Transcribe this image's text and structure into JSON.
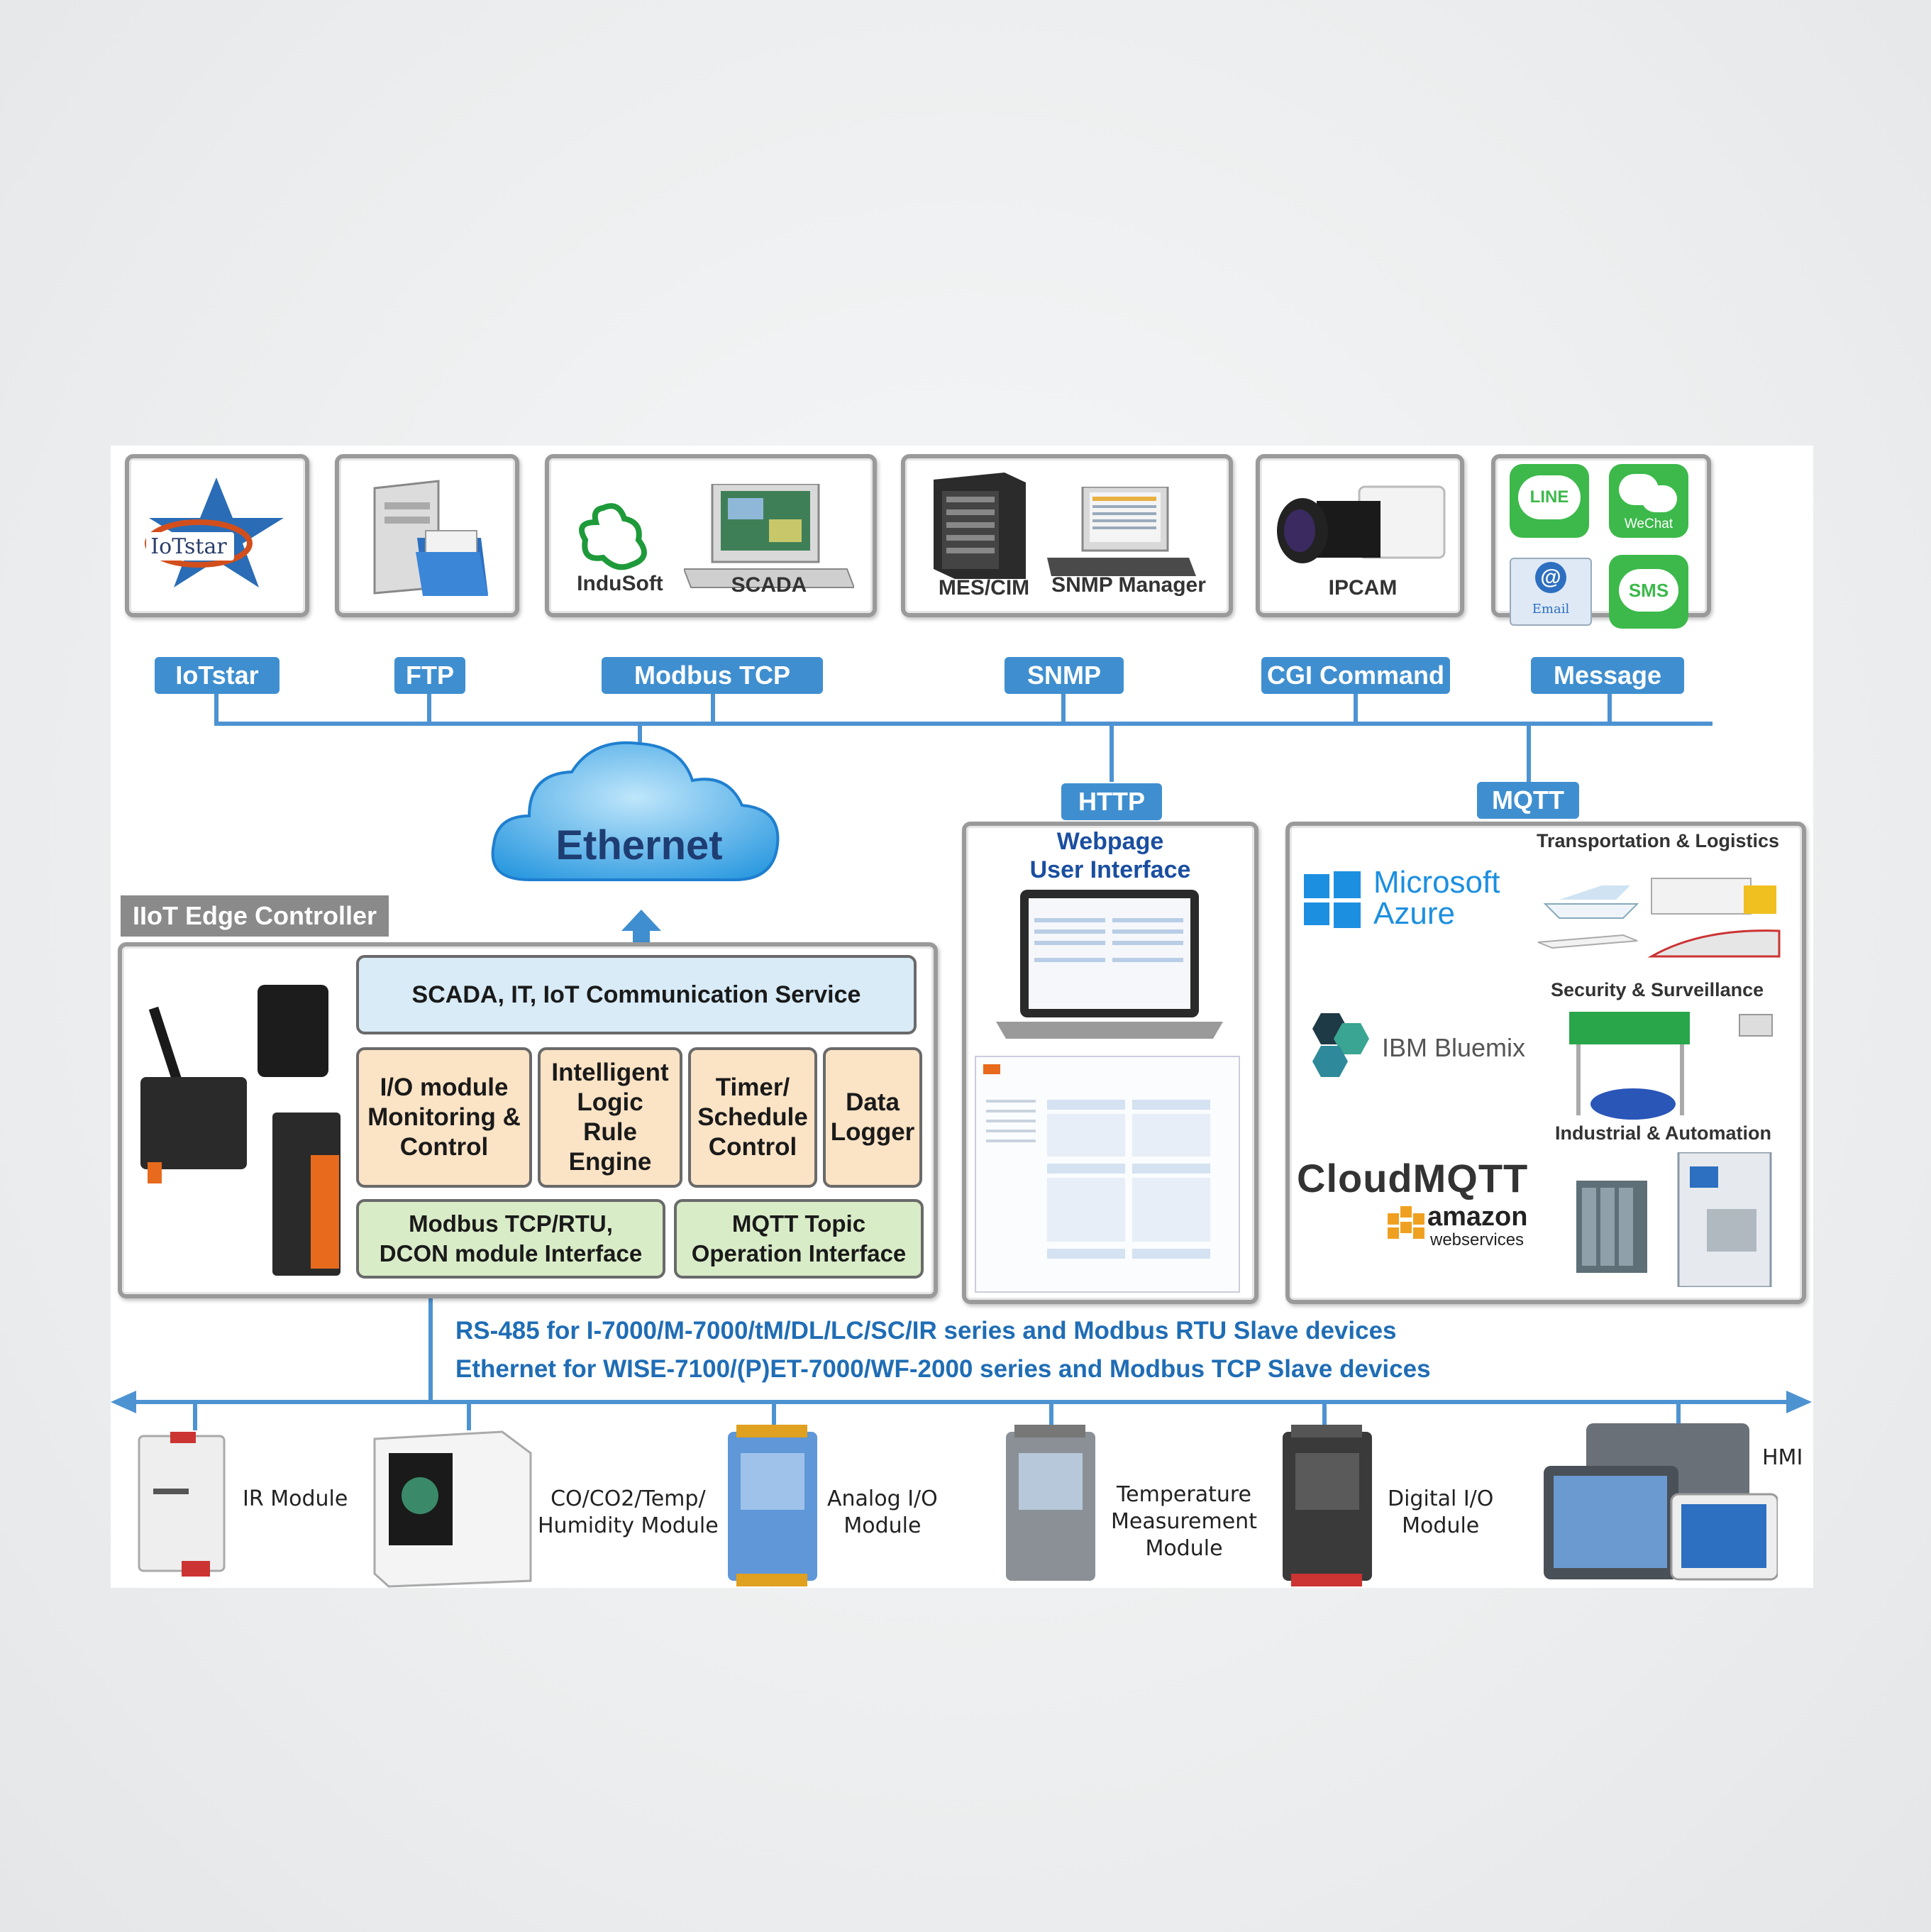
{
  "top_services": [
    {
      "tag": "IoTstar",
      "icon": "iotstar-logo",
      "captions": []
    },
    {
      "tag": "FTP",
      "icon": "file-server-icon",
      "captions": []
    },
    {
      "tag": "Modbus TCP",
      "icon": "scada-icon",
      "captions": [
        "InduSoft",
        "SCADA"
      ]
    },
    {
      "tag": "SNMP",
      "icon": "server-icon",
      "captions": [
        "MES/CIM",
        "SNMP Manager"
      ]
    },
    {
      "tag": "CGI Command",
      "icon": "camera-icon",
      "captions": [
        "IPCAM"
      ]
    },
    {
      "tag": "Message",
      "icon": "message-icon",
      "captions": [
        "LINE",
        "WeChat",
        "Email",
        "SMS"
      ]
    }
  ],
  "logo_text": {
    "iotstar": "IoTstar"
  },
  "cloud_label": "Ethernet",
  "http_tag": "HTTP",
  "mqtt_tag": "MQTT",
  "webpage_title": "Webpage\nUser Interface",
  "controller": {
    "title": "IIoT Edge Controller",
    "service": "SCADA, IT, IoT Communication Service",
    "modules": [
      "I/O module\nMonitoring &\nControl",
      "Intelligent\nLogic Rule\nEngine",
      "Timer/\nSchedule\nControl",
      "Data\nLogger"
    ],
    "interfaces": [
      "Modbus TCP/RTU,\nDCON module Interface",
      "MQTT Topic\nOperation Interface"
    ]
  },
  "mqtt_panel": {
    "clouds": [
      "Microsoft\nAzure",
      "IBM Bluemix",
      "CloudMQTT",
      "amazon",
      "webservices"
    ],
    "categories": [
      "Transportation & Logistics",
      "Security & Surveillance",
      "Industrial & Automation"
    ]
  },
  "bus_lines": [
    "RS-485 for I-7000/M-7000/tM/DL/LC/SC/IR series and Modbus RTU Slave devices",
    "Ethernet for WISE-7100/(P)ET-7000/WF-2000 series and Modbus TCP Slave devices"
  ],
  "devices": [
    "IR  Module",
    "CO/CO2/Temp/\nHumidity Module",
    "Analog I/O\nModule",
    "Temperature\nMeasurement\nModule",
    "Digital I/O\nModule",
    "HMI"
  ],
  "colors": {
    "line_blue": "#4d93d2",
    "tag_blue": "#3f8fd0",
    "module_orange": "#fbe3c5",
    "module_green": "#d9ecc8",
    "service_blue": "#d8ebf7",
    "text_blue": "#1f6db5"
  }
}
